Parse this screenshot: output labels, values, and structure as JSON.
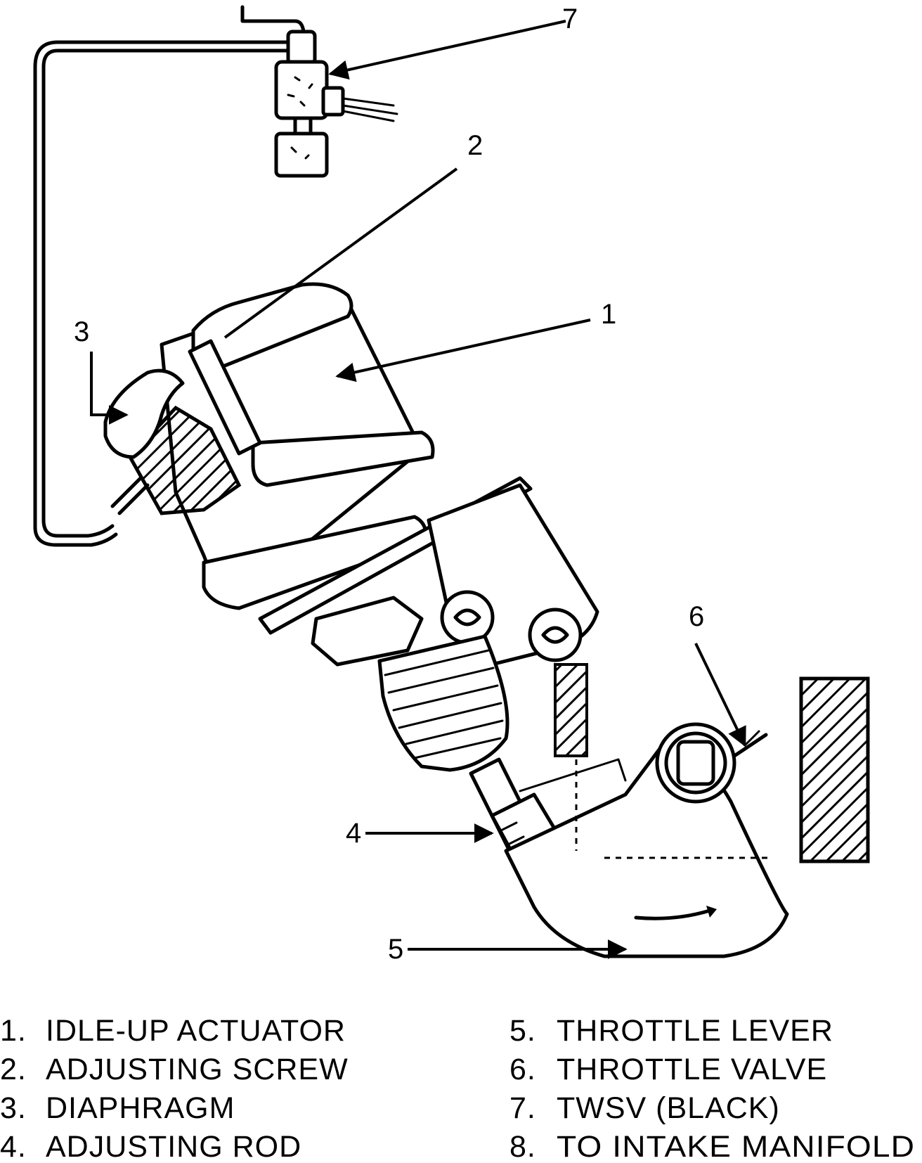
{
  "callouts": {
    "c1": "1",
    "c2": "2",
    "c3": "3",
    "c4": "4",
    "c5": "5",
    "c6": "6",
    "c7": "7"
  },
  "legend": {
    "left": [
      {
        "num": "1.",
        "text": "IDLE-UP ACTUATOR"
      },
      {
        "num": "2.",
        "text": "ADJUSTING SCREW"
      },
      {
        "num": "3.",
        "text": "DIAPHRAGM"
      },
      {
        "num": "4.",
        "text": "ADJUSTING ROD"
      }
    ],
    "right": [
      {
        "num": "5.",
        "text": "THROTTLE LEVER"
      },
      {
        "num": "6.",
        "text": "THROTTLE VALVE"
      },
      {
        "num": "7.",
        "text": "TWSV (BLACK)"
      },
      {
        "num": "8.",
        "text": "TO INTAKE MANIFOLD"
      }
    ]
  },
  "colors": {
    "ink": "#000000",
    "paper": "#ffffff"
  }
}
